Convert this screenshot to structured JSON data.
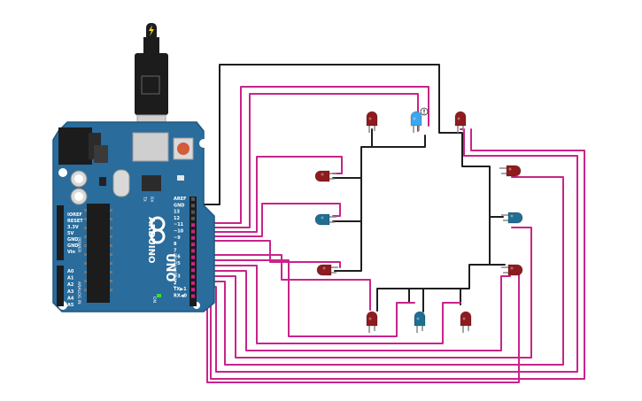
{
  "colors": {
    "board": "#2a6c9b",
    "board_edge": "#1f5680",
    "wire_signal": "#c8248a",
    "wire_ground": "#1e1e1e",
    "led_red": "#8e1b1f",
    "led_blue": "#206e93",
    "led_lit_blue": "#3ea6f0",
    "background": "#ffffff"
  },
  "board": {
    "model": "UNO",
    "brand": "ARDUINO",
    "power_header": "POWER",
    "analog_header": "ANALOG IN",
    "digital_header": "DIGITAL (PWM~)",
    "tx_label": "TX",
    "rx_label": "RX",
    "on_label": "ON",
    "l_label": "L",
    "power_pins": [
      "IOREF",
      "RESET",
      "3.3V",
      "5V",
      "GND",
      "GND",
      "Vin"
    ],
    "analog_pins": [
      "A0",
      "A1",
      "A2",
      "A3",
      "A4",
      "A5"
    ],
    "digital_pins": [
      "AREF",
      "GND",
      "13",
      "12",
      "~11",
      "~10",
      "~9",
      "8",
      "7",
      "~6",
      "~5",
      "4",
      "~3",
      "2",
      "TX▶1",
      "RX◀0"
    ]
  },
  "usb_cable": {
    "icon": "lightning-bolt-icon"
  },
  "leds": [
    {
      "color": "red",
      "lit": false
    },
    {
      "color": "blue",
      "lit": true
    },
    {
      "color": "red",
      "lit": false
    },
    {
      "color": "red",
      "lit": false
    },
    {
      "color": "blue",
      "lit": false
    },
    {
      "color": "red",
      "lit": false
    },
    {
      "color": "red",
      "lit": false
    },
    {
      "color": "blue",
      "lit": false
    },
    {
      "color": "red",
      "lit": false
    },
    {
      "color": "red",
      "lit": false
    },
    {
      "color": "blue",
      "lit": false
    },
    {
      "color": "red",
      "lit": false
    }
  ],
  "warning_icon": "exclamation-icon"
}
